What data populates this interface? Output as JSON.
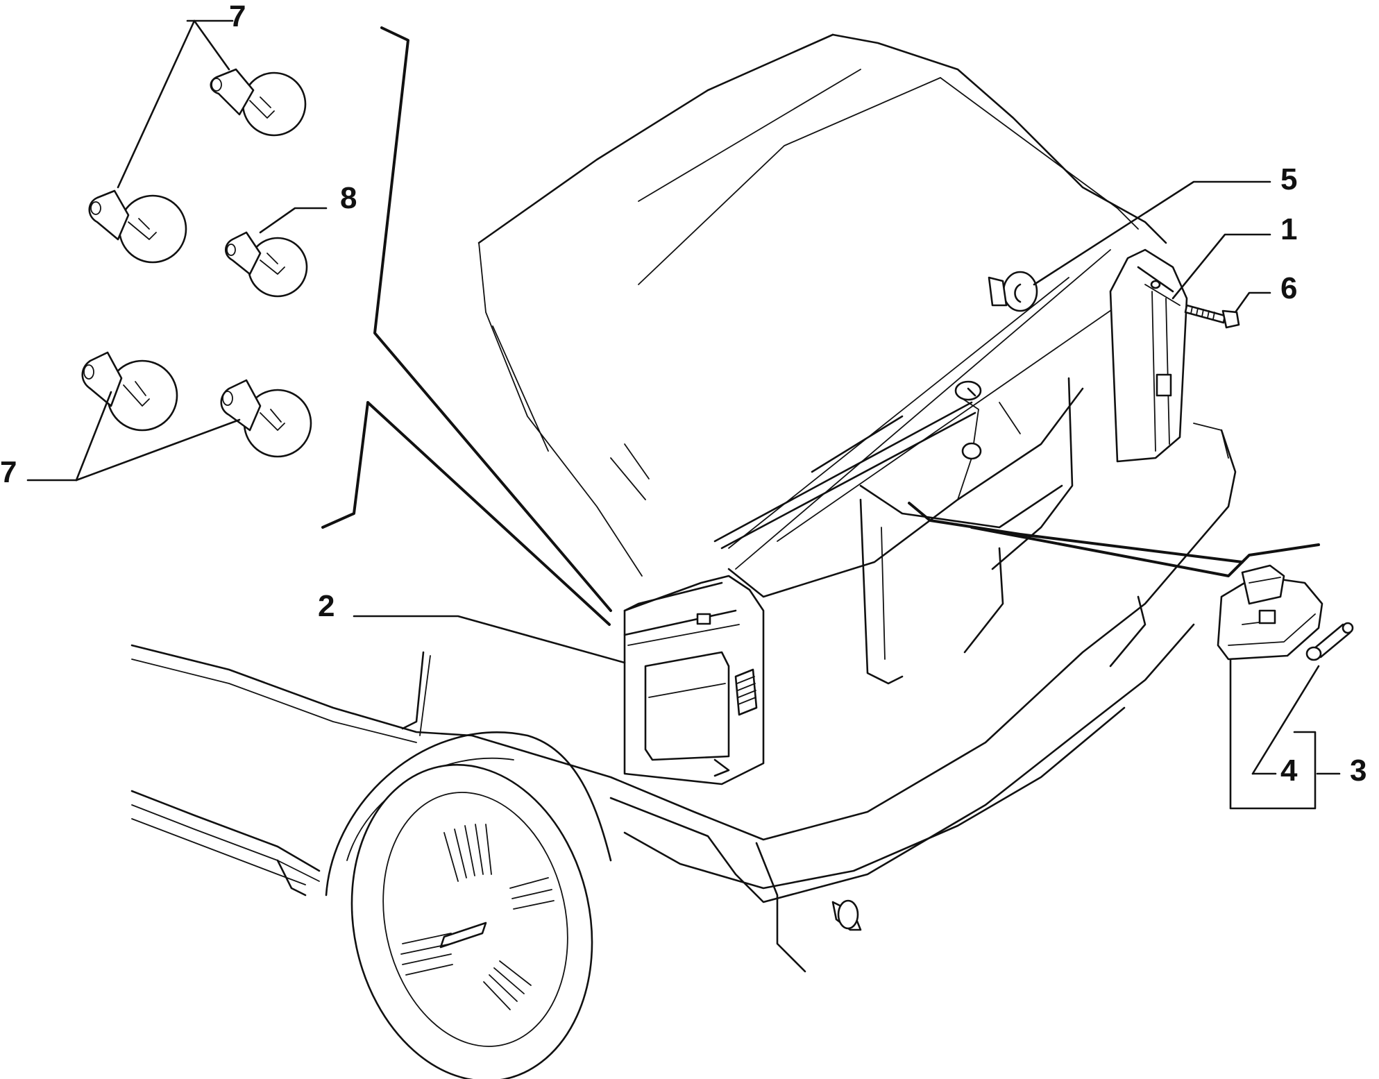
{
  "diagram": {
    "callouts": [
      {
        "id": "c1",
        "text": "1"
      },
      {
        "id": "c2",
        "text": "2"
      },
      {
        "id": "c3",
        "text": "3"
      },
      {
        "id": "c4",
        "text": "4"
      },
      {
        "id": "c5",
        "text": "5"
      },
      {
        "id": "c6",
        "text": "6"
      },
      {
        "id": "c7a",
        "text": "7"
      },
      {
        "id": "c7b",
        "text": "7"
      },
      {
        "id": "c8",
        "text": "8"
      }
    ]
  }
}
